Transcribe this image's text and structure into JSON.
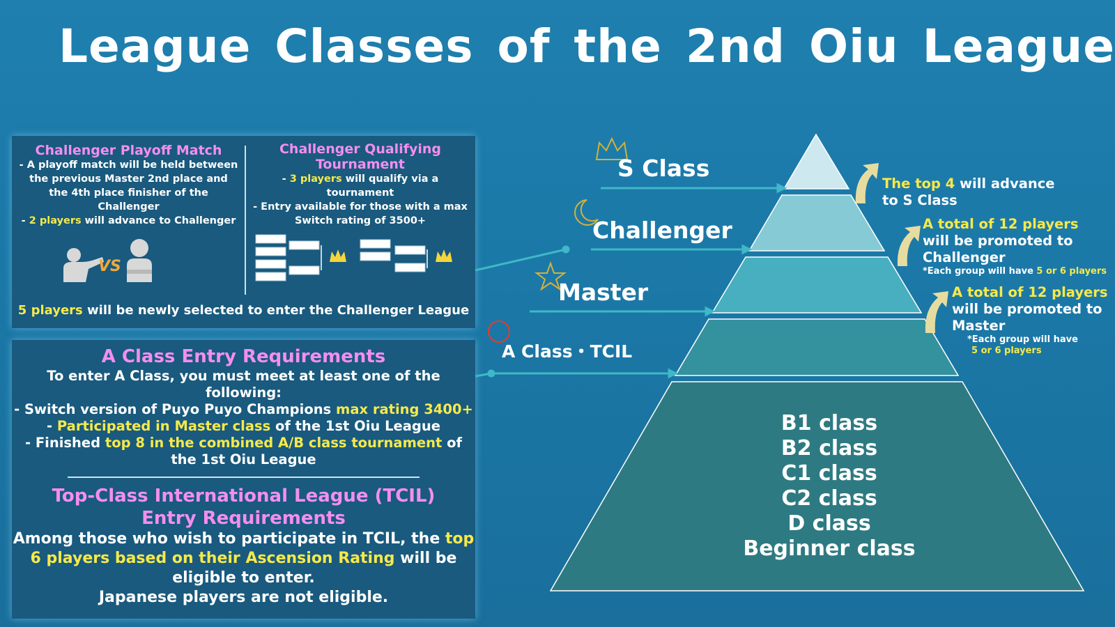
{
  "title": "League Classes of the 2nd Oiu League",
  "playoff": {
    "heading": "Challenger Playoff Match",
    "line1": "- A playoff match will be held between the previous Master 2nd place and the 4th place finisher of the Challenger",
    "line2_prefix": "- ",
    "line2_highlight": "2 players",
    "line2_suffix": " will advance to Challenger",
    "vs_text": "VS"
  },
  "qualifying": {
    "heading": "Challenger Qualifying Tournament",
    "line1_prefix": "- ",
    "line1_highlight": "3 players",
    "line1_suffix": " will qualify via a tournament",
    "line2": "- Entry available for those with a max Switch rating of 3500+"
  },
  "newly_selected": {
    "highlight": "5 players",
    "suffix": " will be newly selected to enter the Challenger League"
  },
  "a_class": {
    "heading": "A Class Entry Requirements",
    "intro": "To enter A Class, you must meet at least one of the following:",
    "req1_prefix": "- Switch version of Puyo Puyo Champions ",
    "req1_highlight": "max rating 3400+",
    "req2_prefix": "- ",
    "req2_highlight": "Participated in Master class",
    "req2_suffix": " of the 1st Oiu League",
    "req3_prefix": "- Finished ",
    "req3_highlight": "top 8 in the combined A/B class tournament",
    "req3_suffix": " of the 1st Oiu League"
  },
  "tcil": {
    "heading_line1": "Top-Class International League (TCIL)",
    "heading_line2": "Entry Requirements",
    "body_prefix": "Among those who wish to participate in TCIL, the ",
    "body_highlight": "top 6 players based on their Ascension Rating",
    "body_suffix": " will be eligible to enter.",
    "body_line2": "Japanese players are not eligible."
  },
  "tiers": {
    "s": "S Class",
    "challenger": "Challenger",
    "master": "Master",
    "a": "A Class・TCIL"
  },
  "base_classes": [
    "B1 class",
    "B2 class",
    "C1 class",
    "C2 class",
    "D class",
    "Beginner class"
  ],
  "promotion_notes": {
    "to_s_highlight": "The top 4",
    "to_s_suffix1": " will advance",
    "to_s_suffix2": "to S Class",
    "to_challenger_highlight": "A total of 12 players",
    "to_challenger_line2": "will be promoted to",
    "to_challenger_line3": "Challenger",
    "to_challenger_sub_prefix": "*Each group will have ",
    "to_challenger_sub_highlight": "5 or 6 players",
    "to_master_highlight": "A total of 12 players",
    "to_master_line2": "will be promoted to",
    "to_master_line3": "Master",
    "to_master_sub1": "*Each group will have",
    "to_master_sub2": "5 or 6 players"
  },
  "colors": {
    "background": "#1b79a8",
    "panel": "#195a7e",
    "highlight_yellow": "#f7e94a",
    "heading_pink": "#f48ef0",
    "tier_s": "#cde9ef",
    "tier_challenger": "#86cad5",
    "tier_master": "#47afc0",
    "tier_a": "#34919e",
    "tier_base": "#2e7a82",
    "arrow": "#e6dca0"
  }
}
